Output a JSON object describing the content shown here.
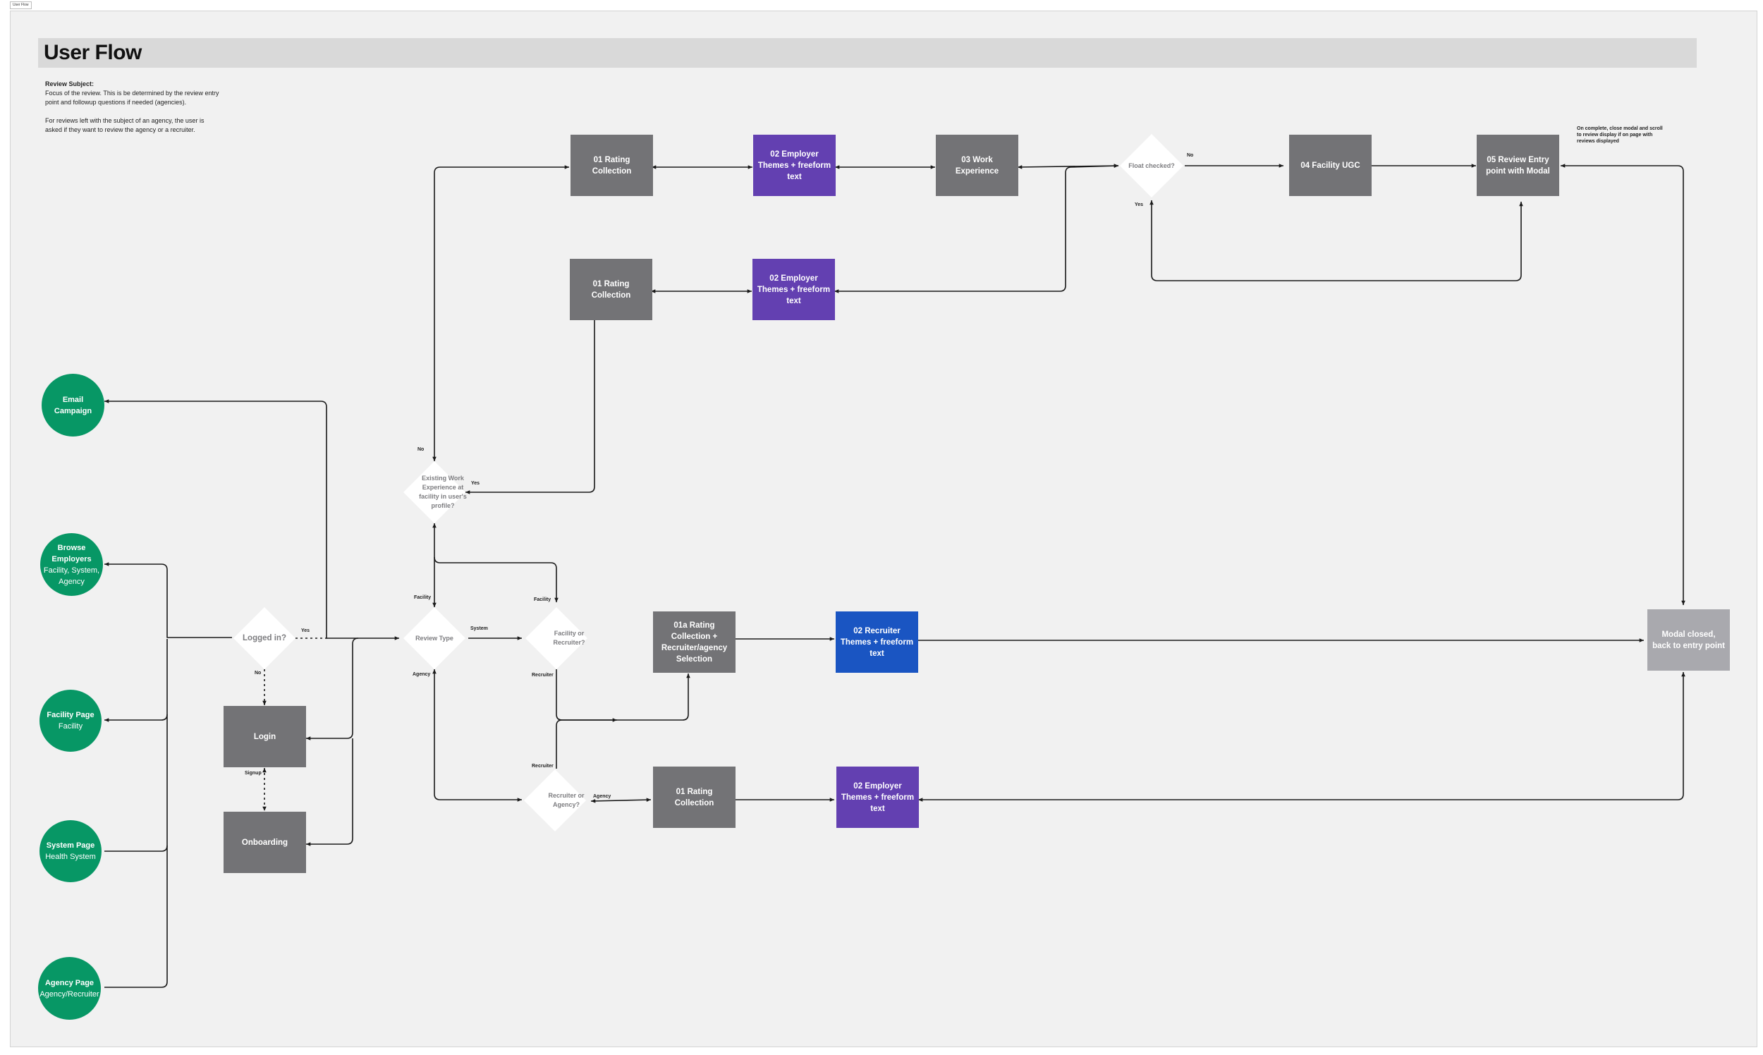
{
  "frame_tag": "User Flow",
  "title": "User Flow",
  "review_note": {
    "title": "Review Subject:",
    "paragraph1": "Focus of the review. This is be determined by the review entry point and followup questions if needed (agencies).",
    "paragraph2": "For reviews left with the subject of an agency, the user is asked if they want to review the agency or a recruiter."
  },
  "complete_note": "On complete, close modal and scroll to review display if on page with reviews displayed",
  "colors": {
    "board": "#f1f1f1",
    "title_bar": "#d9d9d9",
    "entry_circle": "#079765",
    "step_gray": "#737376",
    "step_purple": "#6340b1",
    "step_blue": "#1a55c2",
    "end_light": "#a9a9ae",
    "decision": "#ffffff",
    "edge": "#1a1a1a"
  },
  "entry_points": {
    "email": {
      "title": "Email Campaign"
    },
    "browse": {
      "title": "Browse Employers",
      "subtitle": "Facility, System, Agency"
    },
    "facility": {
      "title": "Facility Page",
      "subtitle": "Facility"
    },
    "system": {
      "title": "System Page",
      "subtitle": "Health System"
    },
    "agency": {
      "title": "Agency Page",
      "subtitle": "Agency/Recruiter"
    }
  },
  "decisions": {
    "logged_in": "Logged in?",
    "review_type": "Review Type",
    "existing_work": "Existing Work Experience at facility in user's profile?",
    "facility_or_recruiter": "Facility or Recruiter?",
    "recruiter_or_agency": "Recruiter or Agency?",
    "float_checked": "Float checked?"
  },
  "steps": {
    "login": "Login",
    "onboarding": "Onboarding",
    "rating_top": "01 Rating Collection",
    "themes_top": "02 Employer Themes + freeform text",
    "work_exp": "03 Work Experience",
    "facility_ugc": "04 Facility UGC",
    "review_entry": "05 Review Entry point with Modal",
    "rating_mid": "01 Rating Collection",
    "themes_mid": "02 Employer Themes + freeform text",
    "rating_recruiter": "01a Rating Collection + Recruiter/agency Selection",
    "recruiter_themes": "02 Recruiter Themes + freeform text",
    "rating_agency": "01 Rating Collection",
    "themes_agency": "02 Employer Themes + freeform text",
    "modal_closed": "Modal closed, back to entry point"
  },
  "edge_labels": {
    "yes_logged": "Yes",
    "no_logged": "No",
    "signup": "Signup",
    "no_existing": "No",
    "yes_existing": "Yes",
    "facility_up": "Facility",
    "facility_right": "Facility",
    "system": "System",
    "agency_down": "Agency",
    "recruiter_down": "Recruiter",
    "recruiter_up": "Recruiter",
    "agency_right": "Agency",
    "no_float": "No",
    "yes_float": "Yes"
  }
}
